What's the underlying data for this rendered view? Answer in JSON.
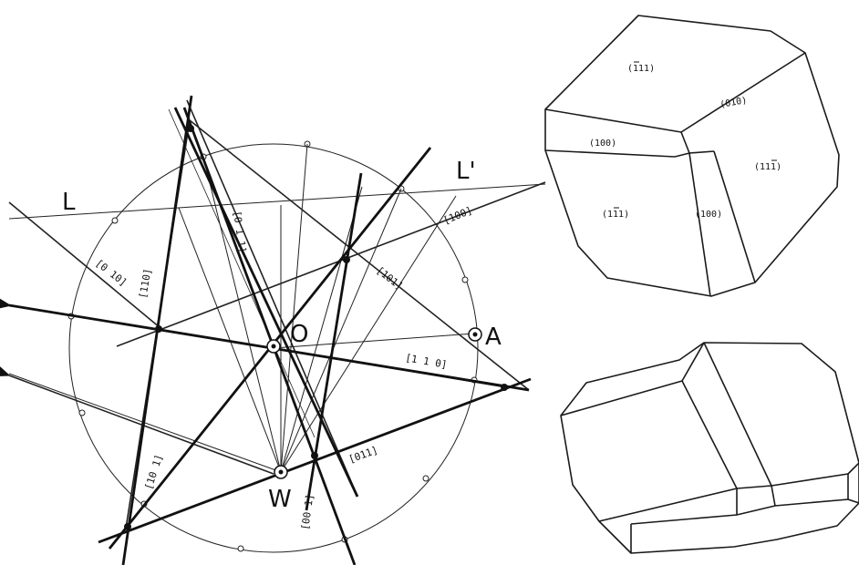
{
  "projection": {
    "point_labels": {
      "L": "L",
      "L_prime": "L'",
      "O": "O",
      "A": "A",
      "W": "W"
    },
    "zone_labels": {
      "z010": "[0 10]",
      "z110": "[110]",
      "z0-11": "[0 1 1]",
      "z100": "[100]",
      "z101": "[101]",
      "z1-10": "[1 1 0]",
      "z011": "[011]",
      "z10-1": "[10 1]",
      "z00-1": "[00 1]"
    }
  },
  "crystal_top": {
    "faces": {
      "f_1_11": "(111)",
      "f010": "(010)",
      "f100": "(100)",
      "f11_1": "(111)",
      "f1_11": "(111)",
      "f100b": "(100)"
    }
  },
  "crystal_bottom": {}
}
